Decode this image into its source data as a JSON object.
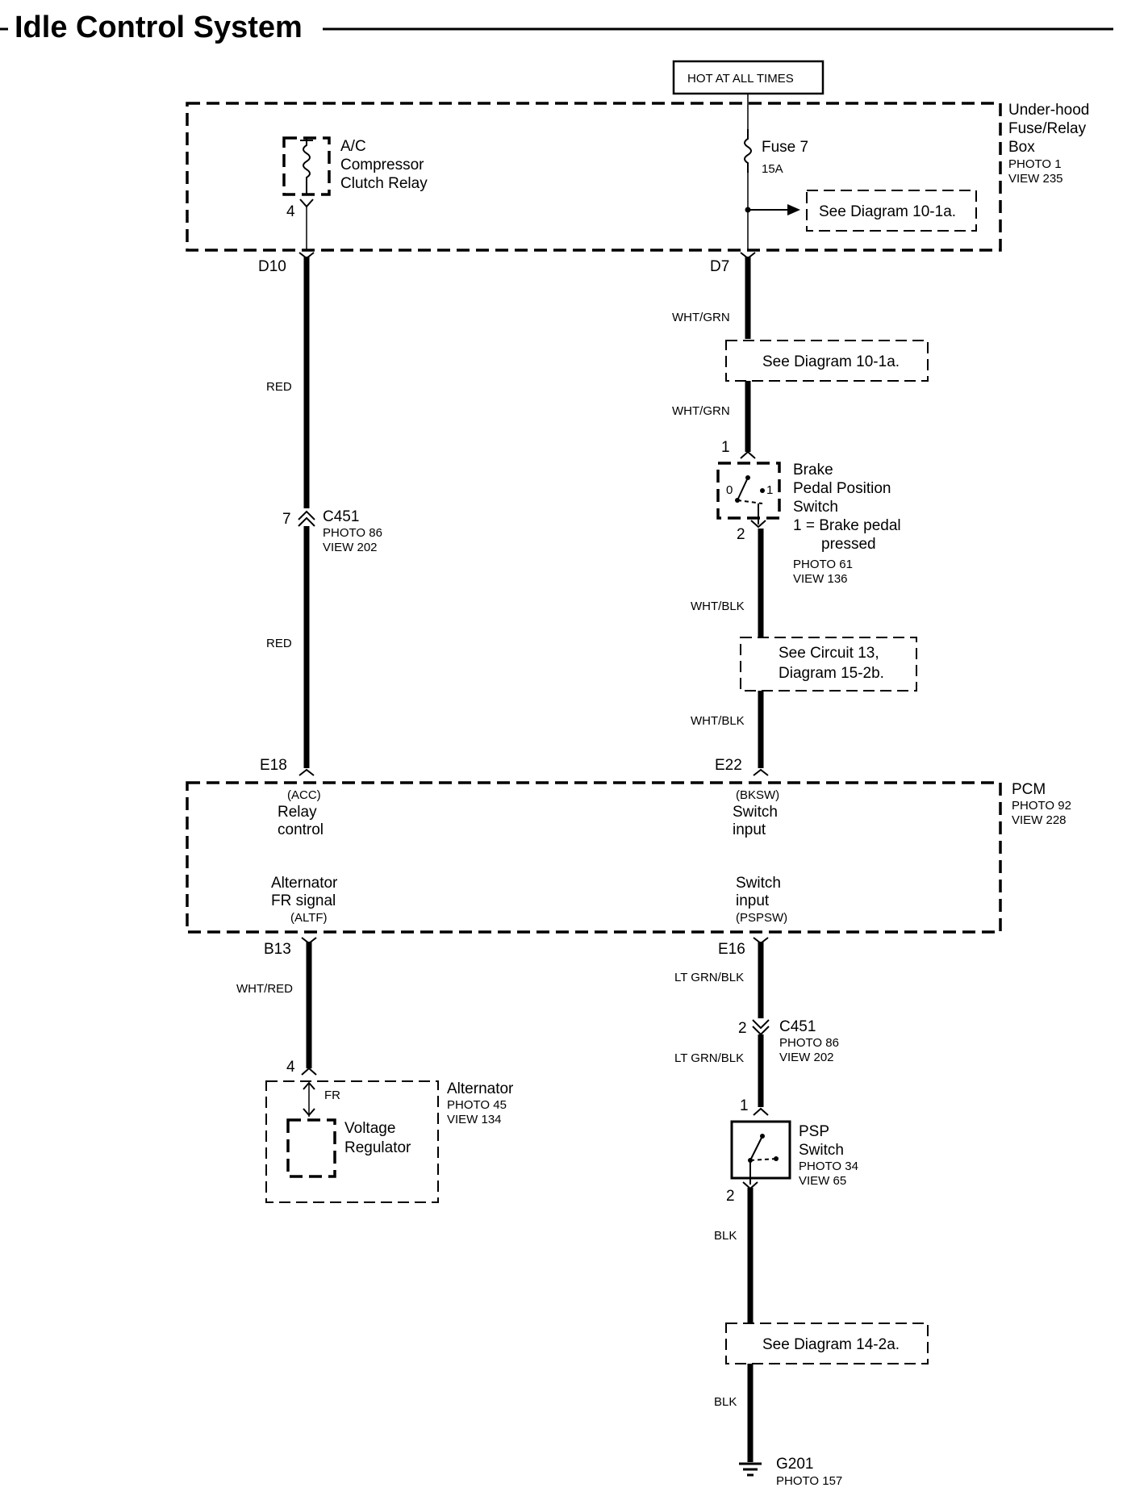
{
  "title": "Idle Control System",
  "hot_label": "HOT AT ALL TIMES",
  "fuse_box": {
    "name_l1": "Under-hood",
    "name_l2": "Fuse/Relay",
    "name_l3": "Box",
    "photo": "PHOTO 1",
    "view": "VIEW 235"
  },
  "ac_relay": {
    "l1": "A/C",
    "l2": "Compressor",
    "l3": "Clutch Relay",
    "pin": "4"
  },
  "fuse7": {
    "name": "Fuse 7",
    "rating": "15A",
    "see": "See Diagram 10-1a."
  },
  "left_circuit": {
    "terminal_top": "D10",
    "wire_top": "RED",
    "connector_pin": "7",
    "connector": "C451",
    "connector_photo": "PHOTO 86",
    "connector_view": "VIEW 202",
    "wire_bottom": "RED",
    "terminal_bottom": "E18"
  },
  "right_circuit": {
    "terminal_top": "D7",
    "wire1": "WHT/GRN",
    "see1": "See Diagram 10-1a.",
    "wire2": "WHT/GRN",
    "pin_top": "1",
    "pin_bottom": "2",
    "wire3": "WHT/BLK",
    "see2_l1": "See Circuit 13,",
    "see2_l2": "Diagram 15-2b.",
    "wire4": "WHT/BLK",
    "terminal_bottom": "E22"
  },
  "brake_switch": {
    "l1": "Brake",
    "l2": "Pedal Position",
    "l3": "Switch",
    "l4": "1 = Brake pedal",
    "l5": "pressed",
    "photo": "PHOTO 61",
    "view": "VIEW 136",
    "pos0": "0",
    "pos1": "1"
  },
  "pcm": {
    "name": "PCM",
    "photo": "PHOTO 92",
    "view": "VIEW 228",
    "acc_code": "(ACC)",
    "acc_l1": "Relay",
    "acc_l2": "control",
    "bksw_code": "(BKSW)",
    "bksw_l1": "Switch",
    "bksw_l2": "input",
    "altf_l1": "Alternator",
    "altf_l2": "FR signal",
    "altf_code": "(ALTF)",
    "pspsw_l1": "Switch",
    "pspsw_l2": "input",
    "pspsw_code": "(PSPSW)"
  },
  "left_lower": {
    "terminal": "B13",
    "wire": "WHT/RED",
    "pin": "4"
  },
  "alternator": {
    "name": "Alternator",
    "photo": "PHOTO 45",
    "view": "VIEW 134",
    "fr": "FR",
    "reg_l1": "Voltage",
    "reg_l2": "Regulator"
  },
  "right_lower": {
    "terminal": "E16",
    "wire1": "LT GRN/BLK",
    "connector_pin": "2",
    "connector": "C451",
    "connector_photo": "PHOTO 86",
    "connector_view": "VIEW 202",
    "wire2": "LT GRN/BLK",
    "pin_top": "1",
    "pin_bottom": "2",
    "wire3": "BLK",
    "see": "See Diagram 14-2a.",
    "wire4": "BLK"
  },
  "psp_switch": {
    "l1": "PSP",
    "l2": "Switch",
    "photo": "PHOTO 34",
    "view": "VIEW 65"
  },
  "ground": {
    "name": "G201",
    "photo": "PHOTO 157"
  }
}
